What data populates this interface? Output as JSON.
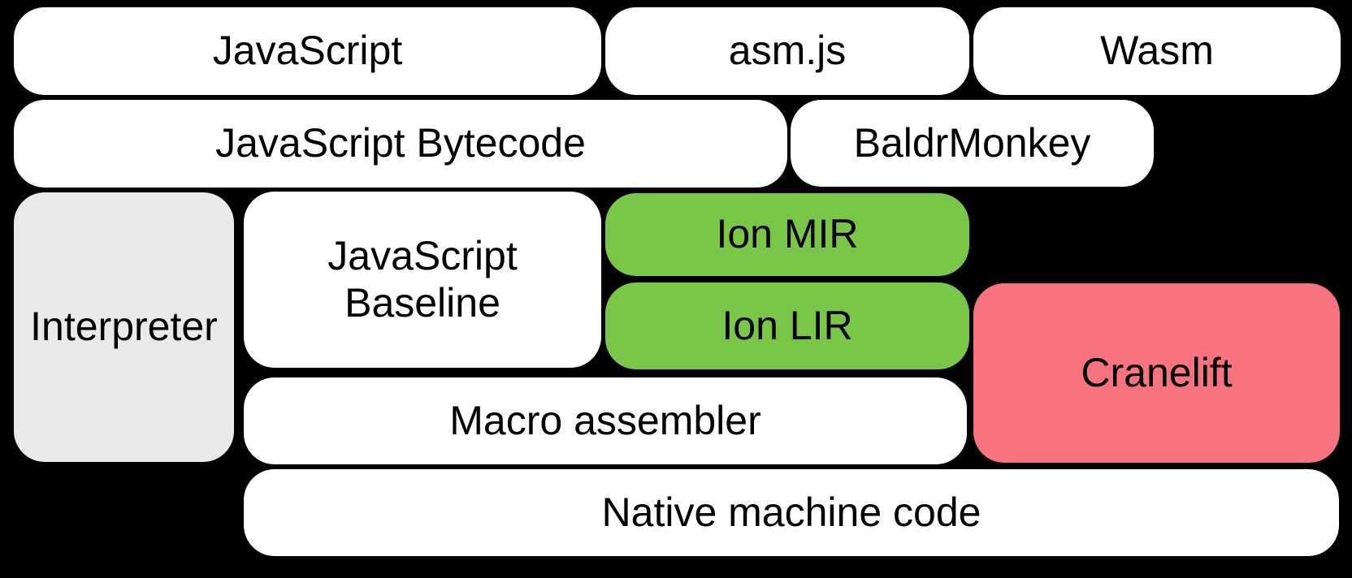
{
  "palette": {
    "background": "#000000",
    "text": "#000000",
    "white_box": "#ffffff",
    "gray_box": "#e9e9e9",
    "green_box": "#7ac648",
    "pink_box": "#f6737f"
  },
  "diagram": {
    "boxes": {
      "javascript": {
        "label": "JavaScript",
        "color": "#ffffff"
      },
      "asm_js": {
        "label": "asm.js",
        "color": "#ffffff"
      },
      "wasm": {
        "label": "Wasm",
        "color": "#ffffff"
      },
      "javascript_bytecode": {
        "label": "JavaScript Bytecode",
        "color": "#ffffff"
      },
      "baldrmonkey": {
        "label": "BaldrMonkey",
        "color": "#ffffff"
      },
      "interpreter": {
        "label": "Interpreter",
        "color": "#e9e9e9"
      },
      "javascript_baseline": {
        "label": "JavaScript\nBaseline",
        "color": "#ffffff"
      },
      "ion_mir": {
        "label": "Ion MIR",
        "color": "#7ac648"
      },
      "ion_lir": {
        "label": "Ion LIR",
        "color": "#7ac648"
      },
      "cranelift": {
        "label": "Cranelift",
        "color": "#f6737f"
      },
      "macro_assembler": {
        "label": "Macro assembler",
        "color": "#ffffff"
      },
      "native_machine_code": {
        "label": "Native machine code",
        "color": "#ffffff"
      }
    }
  }
}
